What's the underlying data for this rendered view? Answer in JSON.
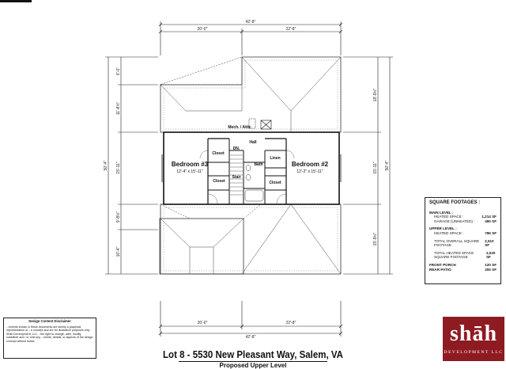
{
  "dimensions": {
    "top_overall": "42'-8\"",
    "top_left": "20'-0\"",
    "top_right": "22'-8\"",
    "bottom_overall": "42'-8\"",
    "bottom_left": "20'-0\"",
    "bottom_right": "22'-8\"",
    "left_overall": "50'-4\"",
    "left_1": "6'-0\"",
    "left_2": "11'-8½\"",
    "left_3": "15'-11\"",
    "left_4": "9'-8½\"",
    "left_5": "10'-4\"",
    "right_overall": "50'-4\"",
    "right_1": "18'-9½\"",
    "right_2": "15'-11\"",
    "right_3": "15'-9½\""
  },
  "rooms": {
    "bedroom3_name": "Bedroom #3",
    "bedroom3_size": "12'-4\" x 15'-11\"",
    "bedroom2_name": "Bedroom #2",
    "bedroom2_size": "12'-2\" x 15'-11\"",
    "mech_attic": "Mech. / Attic",
    "hall": "Hall",
    "closet_a": "Closet",
    "closet_b": "Closet",
    "closet_c": "Closet",
    "linen": "Linen",
    "bath": "Bath",
    "stair": "Stair",
    "dn": "DN."
  },
  "square_footages": {
    "heading": "SQUARE FOOTAGES :",
    "main_level": "MAIN LEVEL :",
    "heated_space": "HEATED SPACE :",
    "main_heated_value": "1,214 SF",
    "garage": "GARAGE (UNHEATED) :",
    "garage_value": "490 SF",
    "upper_level": "UPPER LEVEL :",
    "upper_heated_space": "HEATED SPACE :",
    "upper_heated_value": "796 SF",
    "total_overall": "TOTAL OVERALL SQUARE FOOTAGE",
    "total_overall_value": "2,510 SF",
    "total_heated": "TOTAL HEATED SPACE SQUARE FOOTAGE",
    "total_heated_value": "2,020 SF",
    "front_porch": "FRONT PORCH",
    "front_porch_value": "120 SF",
    "rear_patio": "REAR PATIO",
    "rear_patio_value": "200 SF"
  },
  "disclaimer": {
    "title": "Design Content Disclaimer",
    "body": "...ements shown in these documents are strictly a graphical representation of ...e concept and are for illustrative purposes only. Shah Development, LLC ...the right to change, alter, modify, substitute and / or omit any ...ments, details, or aspects of the design concept without notice."
  },
  "title": {
    "main": "Lot 8 - 5530 New Pleasant Way, Salem, VA",
    "sub": "Proposed Upper Level"
  },
  "logo": {
    "mark": "shāh",
    "sub": "DEVELOPMENT LLC"
  }
}
